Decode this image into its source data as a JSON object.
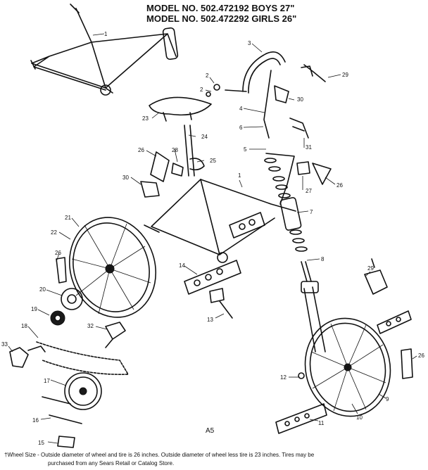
{
  "header": {
    "model_boys": "MODEL NO. 502.472192 BOYS 27\"",
    "model_girls": "MODEL NO. 502.472292 GIRLS 26\""
  },
  "callouts": [
    {
      "id": "c1a",
      "label": "1"
    },
    {
      "id": "c1b",
      "label": "1"
    },
    {
      "id": "c2a",
      "label": "2"
    },
    {
      "id": "c2b",
      "label": "2"
    },
    {
      "id": "c3",
      "label": "3"
    },
    {
      "id": "c4",
      "label": "4"
    },
    {
      "id": "c5",
      "label": "5"
    },
    {
      "id": "c6",
      "label": "6"
    },
    {
      "id": "c7",
      "label": "7"
    },
    {
      "id": "c8",
      "label": "8"
    },
    {
      "id": "c9",
      "label": "9"
    },
    {
      "id": "c10",
      "label": "10"
    },
    {
      "id": "c11",
      "label": "11"
    },
    {
      "id": "c12",
      "label": "12"
    },
    {
      "id": "c13",
      "label": "13"
    },
    {
      "id": "c14",
      "label": "14"
    },
    {
      "id": "c15",
      "label": "15"
    },
    {
      "id": "c16",
      "label": "16"
    },
    {
      "id": "c17",
      "label": "17"
    },
    {
      "id": "c18",
      "label": "18"
    },
    {
      "id": "c19",
      "label": "19"
    },
    {
      "id": "c20",
      "label": "20"
    },
    {
      "id": "c21",
      "label": "21"
    },
    {
      "id": "c22",
      "label": "22"
    },
    {
      "id": "c23",
      "label": "23"
    },
    {
      "id": "c24",
      "label": "24"
    },
    {
      "id": "c25",
      "label": "25"
    },
    {
      "id": "c26a",
      "label": "26"
    },
    {
      "id": "c26b",
      "label": "26"
    },
    {
      "id": "c26c",
      "label": "26"
    },
    {
      "id": "c26d",
      "label": "26"
    },
    {
      "id": "c27",
      "label": "27"
    },
    {
      "id": "c28",
      "label": "28"
    },
    {
      "id": "c29a",
      "label": "29"
    },
    {
      "id": "c29b",
      "label": "29"
    },
    {
      "id": "c30a",
      "label": "30"
    },
    {
      "id": "c30b",
      "label": "30"
    },
    {
      "id": "c31",
      "label": "31"
    },
    {
      "id": "c32",
      "label": "32"
    },
    {
      "id": "c33",
      "label": "33"
    }
  ],
  "page_label": "A5",
  "footnote": {
    "line1": "†Wheel Size - Outside diameter of wheel and tire is 26 inches. Outside diameter of wheel less tire is 23 inches. Tires may be",
    "line2": "purchased from any Sears Retail or Catalog Store."
  }
}
